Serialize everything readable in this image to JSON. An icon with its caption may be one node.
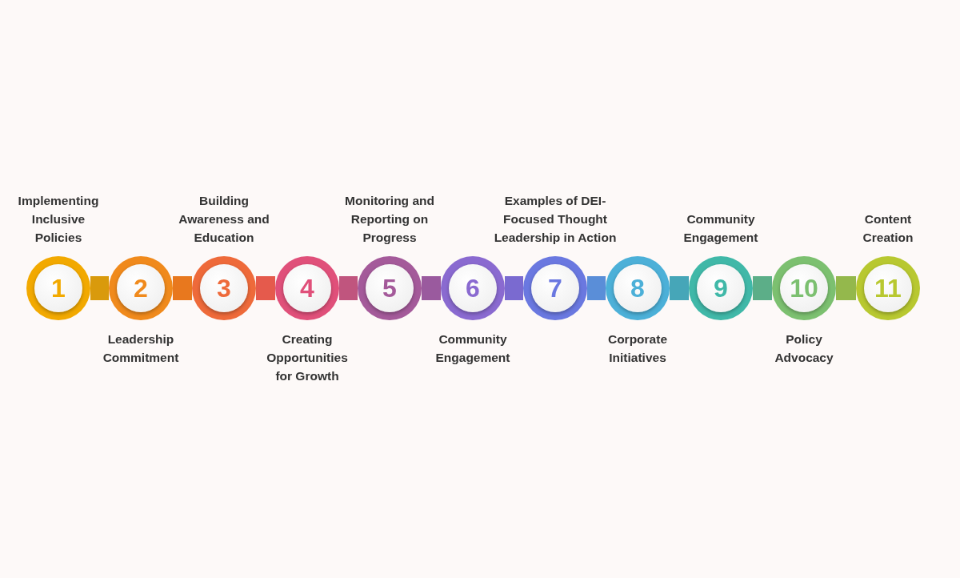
{
  "diagram": {
    "nodes": [
      {
        "text": [
          "1"
        ],
        "beside": [
          "Implementing Inclusive Policies"
        ]
      },
      {
        "text": [
          "2"
        ],
        "beside": [
          "Leadership Commitment"
        ]
      },
      {
        "text": [
          "3"
        ],
        "beside": [
          "Building Awareness and Education"
        ]
      },
      {
        "text": [
          "4"
        ],
        "beside": [
          "Creating Opportunities for Growth"
        ]
      },
      {
        "text": [
          "5"
        ],
        "beside": [
          "Monitoring and Reporting on Progress"
        ]
      },
      {
        "text": [
          "6"
        ],
        "beside": [
          "Community Engagement"
        ]
      },
      {
        "text": [
          "7"
        ],
        "beside": [
          "Examples of DEI-Focused Thought Leadership in Action"
        ]
      },
      {
        "text": [
          "8"
        ],
        "beside": [
          "Corporate Initiatives"
        ]
      },
      {
        "text": [
          "9"
        ],
        "beside": [
          "Community Engagement"
        ]
      },
      {
        "text": [
          "10"
        ],
        "beside": [
          "Policy Advocacy"
        ]
      },
      {
        "text": [
          "11"
        ],
        "beside": [
          "Content Creation"
        ]
      }
    ],
    "edges": [
      {
        "from": 0,
        "to": 1,
        "arrow": "none",
        "color": "#d99a0c"
      },
      {
        "from": 1,
        "to": 2,
        "arrow": "none",
        "color": "#e8781e"
      },
      {
        "from": 2,
        "to": 3,
        "arrow": "none",
        "color": "#e55a4c"
      },
      {
        "from": 3,
        "to": 4,
        "arrow": "none",
        "color": "#c0557e"
      },
      {
        "from": 4,
        "to": 5,
        "arrow": "none",
        "color": "#9a5a9e"
      },
      {
        "from": 5,
        "to": 6,
        "arrow": "none",
        "color": "#7a6ad0"
      },
      {
        "from": 6,
        "to": 7,
        "arrow": "none",
        "color": "#5a8ed8"
      },
      {
        "from": 7,
        "to": 8,
        "arrow": "none",
        "color": "#46a6b8"
      },
      {
        "from": 8,
        "to": 9,
        "arrow": "none",
        "color": "#5cae88"
      },
      {
        "from": 9,
        "to": 10,
        "arrow": "none",
        "color": "#94b84c"
      }
    ]
  }
}
